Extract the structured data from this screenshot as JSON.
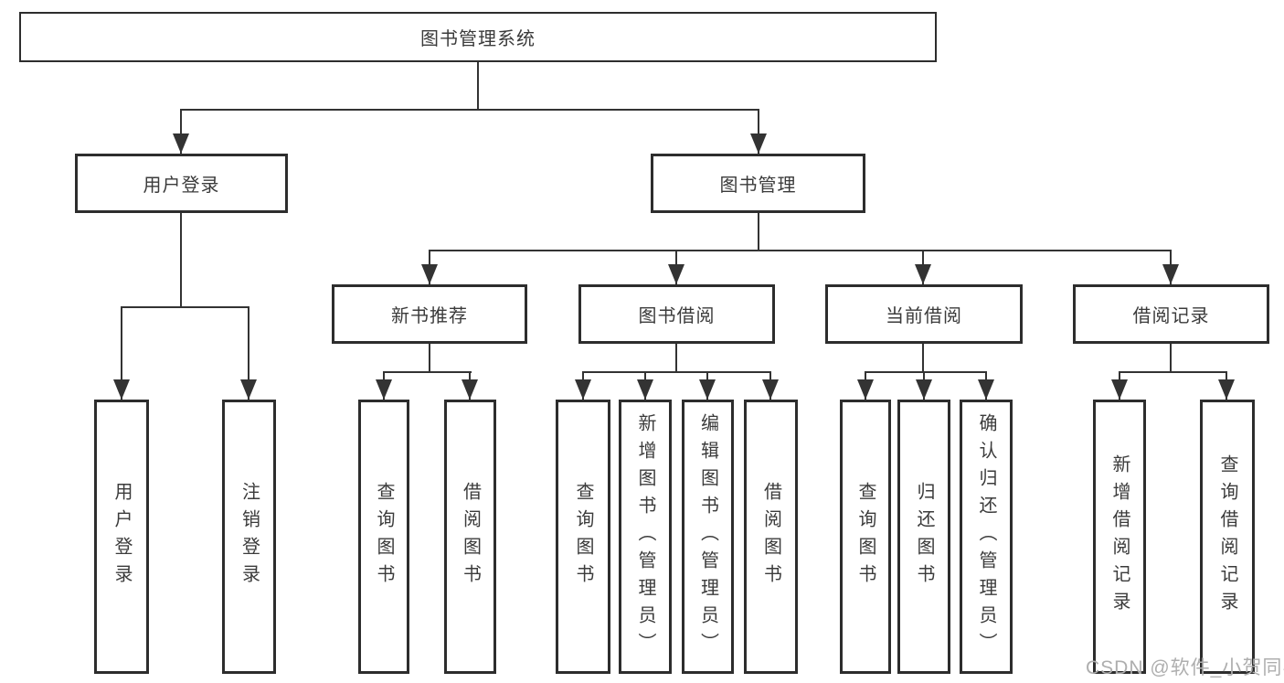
{
  "colors": {
    "line": "#333333",
    "box_border": "#2d2d2d",
    "text": "#3b3b3b",
    "background": "#ffffff",
    "watermark": "#aeaeae"
  },
  "watermark": {
    "text": "CSDN @软件_小贺同学"
  },
  "tree": {
    "root": {
      "label": "图书管理系统"
    },
    "branches": [
      {
        "label": "用户登录",
        "children": [
          {
            "label": "用户登录"
          },
          {
            "label": "注销登录"
          }
        ]
      },
      {
        "label": "图书管理",
        "children": [
          {
            "label": "新书推荐",
            "children": [
              {
                "label": "查询图书"
              },
              {
                "label": "借阅图书"
              }
            ]
          },
          {
            "label": "图书借阅",
            "children": [
              {
                "label": "查询图书"
              },
              {
                "label": "新增图书（管理员）"
              },
              {
                "label": "编辑图书（管理员）"
              },
              {
                "label": "借阅图书"
              }
            ]
          },
          {
            "label": "当前借阅",
            "children": [
              {
                "label": "查询图书"
              },
              {
                "label": "归还图书"
              },
              {
                "label": "确认归还（管理员）"
              }
            ]
          },
          {
            "label": "借阅记录",
            "children": [
              {
                "label": "新增借阅记录"
              },
              {
                "label": "查询借阅记录"
              }
            ]
          }
        ]
      }
    ]
  }
}
